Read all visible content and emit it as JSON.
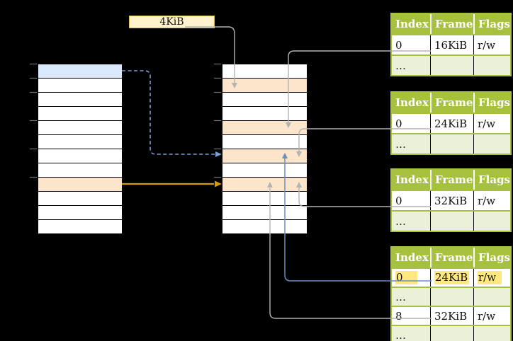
{
  "page_label": {
    "text": "4KiB"
  },
  "memory_columns": {
    "left": {
      "rows": 12,
      "highlights": {
        "0": "blue",
        "8": "orange"
      }
    },
    "middle": {
      "rows": 12,
      "highlights": {
        "1": "orange",
        "4": "orange",
        "6": "orange",
        "8": "orange"
      }
    }
  },
  "page_tables": [
    {
      "headers": [
        "Index",
        "Frame",
        "Flags"
      ],
      "rows": [
        [
          "0",
          "16KiB",
          "r/w"
        ],
        [
          "…",
          "",
          ""
        ]
      ]
    },
    {
      "headers": [
        "Index",
        "Frame",
        "Flags"
      ],
      "rows": [
        [
          "0",
          "24KiB",
          "r/w"
        ],
        [
          "…",
          "",
          ""
        ]
      ]
    },
    {
      "headers": [
        "Index",
        "Frame",
        "Flags"
      ],
      "rows": [
        [
          "0",
          "32KiB",
          "r/w"
        ],
        [
          "…",
          "",
          ""
        ]
      ]
    },
    {
      "headers": [
        "Index",
        "Frame",
        "Flags"
      ],
      "highlighted_row": 0,
      "rows": [
        [
          "0",
          "24KiB",
          "r/w"
        ],
        [
          "…",
          "",
          ""
        ],
        [
          "8",
          "32KiB",
          "r/w"
        ],
        [
          "…",
          "",
          ""
        ]
      ]
    }
  ],
  "colors": {
    "green": "#a5c13d",
    "lgreen": "#eaf1d8",
    "orange": "#fde5cb",
    "blue": "#dae8fc",
    "cream": "#fff2cc",
    "cream_border": "#d6b656",
    "yellow": "#ffe87d",
    "arrow_gray": "#b3b3b3",
    "arrow_gold": "#d79b00",
    "arrow_blue": "#6c8ebf",
    "arrow_blue_dashed": "#7d9bcd",
    "tick_gray": "#737373"
  }
}
